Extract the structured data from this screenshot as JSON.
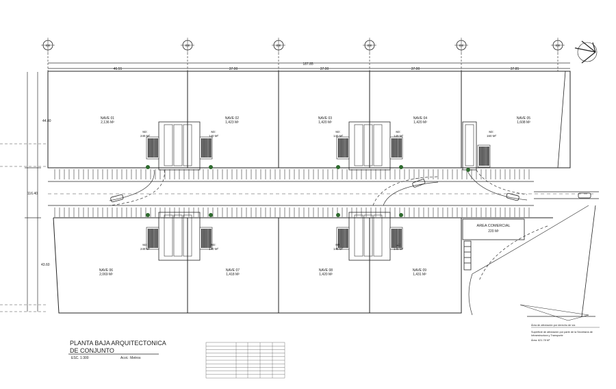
{
  "axes": [
    "eje",
    "eje",
    "eje",
    "eje",
    "eje",
    "eje"
  ],
  "dimensions": {
    "total": "187.85",
    "segments": [
      "46.55",
      "37.00",
      "37.00",
      "37.00",
      "37.85"
    ],
    "left_top": "44.40",
    "left_middle": "116.40",
    "left_bottom": "43.60"
  },
  "naves_top": [
    {
      "name": "NAVE 01",
      "area": "2,136 M²"
    },
    {
      "name": "NAVE 02",
      "area": "1,423 M²"
    },
    {
      "name": "NAVE 03",
      "area": "1,420 M²"
    },
    {
      "name": "NAVE 04",
      "area": "1,420 M²"
    },
    {
      "name": "NAVE 05",
      "area": "1,608 M²"
    }
  ],
  "naves_bottom": [
    {
      "name": "NAVE 06",
      "area": "2,069 M²"
    },
    {
      "name": "NAVE 07",
      "area": "1,418 M²"
    },
    {
      "name": "NAVE 08",
      "area": "1,420 M²"
    },
    {
      "name": "NAVE 09",
      "area": "1,431 M²"
    }
  ],
  "mezz_top": [
    {
      "label": "Mz:",
      "area": "249 M²"
    },
    {
      "label": "Mz:",
      "area": "140 M²"
    },
    {
      "label": "Mz:",
      "area": "140 M²"
    },
    {
      "label": "Mz:",
      "area": "149 M²"
    },
    {
      "label": "Mz:",
      "area": "160 M²"
    }
  ],
  "mezz_bottom": [
    {
      "label": "Mz:",
      "area": "249 M²"
    },
    {
      "label": "Mz:",
      "area": "140 M²"
    },
    {
      "label": "Mz:",
      "area": "140 M²"
    },
    {
      "label": "Mz:",
      "area": "149 M²"
    }
  ],
  "commercial": {
    "name": "AREA COMERCIAL",
    "area": "220 M²"
  },
  "title": {
    "line1": "PLANTA BAJA ARQUITECTONICA",
    "line2": "DE CONJUNTO",
    "scale": "ESC. 1:300",
    "units": "Acot.: Metros"
  },
  "notes": [
    "Área de afectación por derecho de vía",
    "Superficie de afectación por parte de la Secretaría de",
    "Infraestructura y Transporte",
    "Área: 621.78 M²"
  ]
}
